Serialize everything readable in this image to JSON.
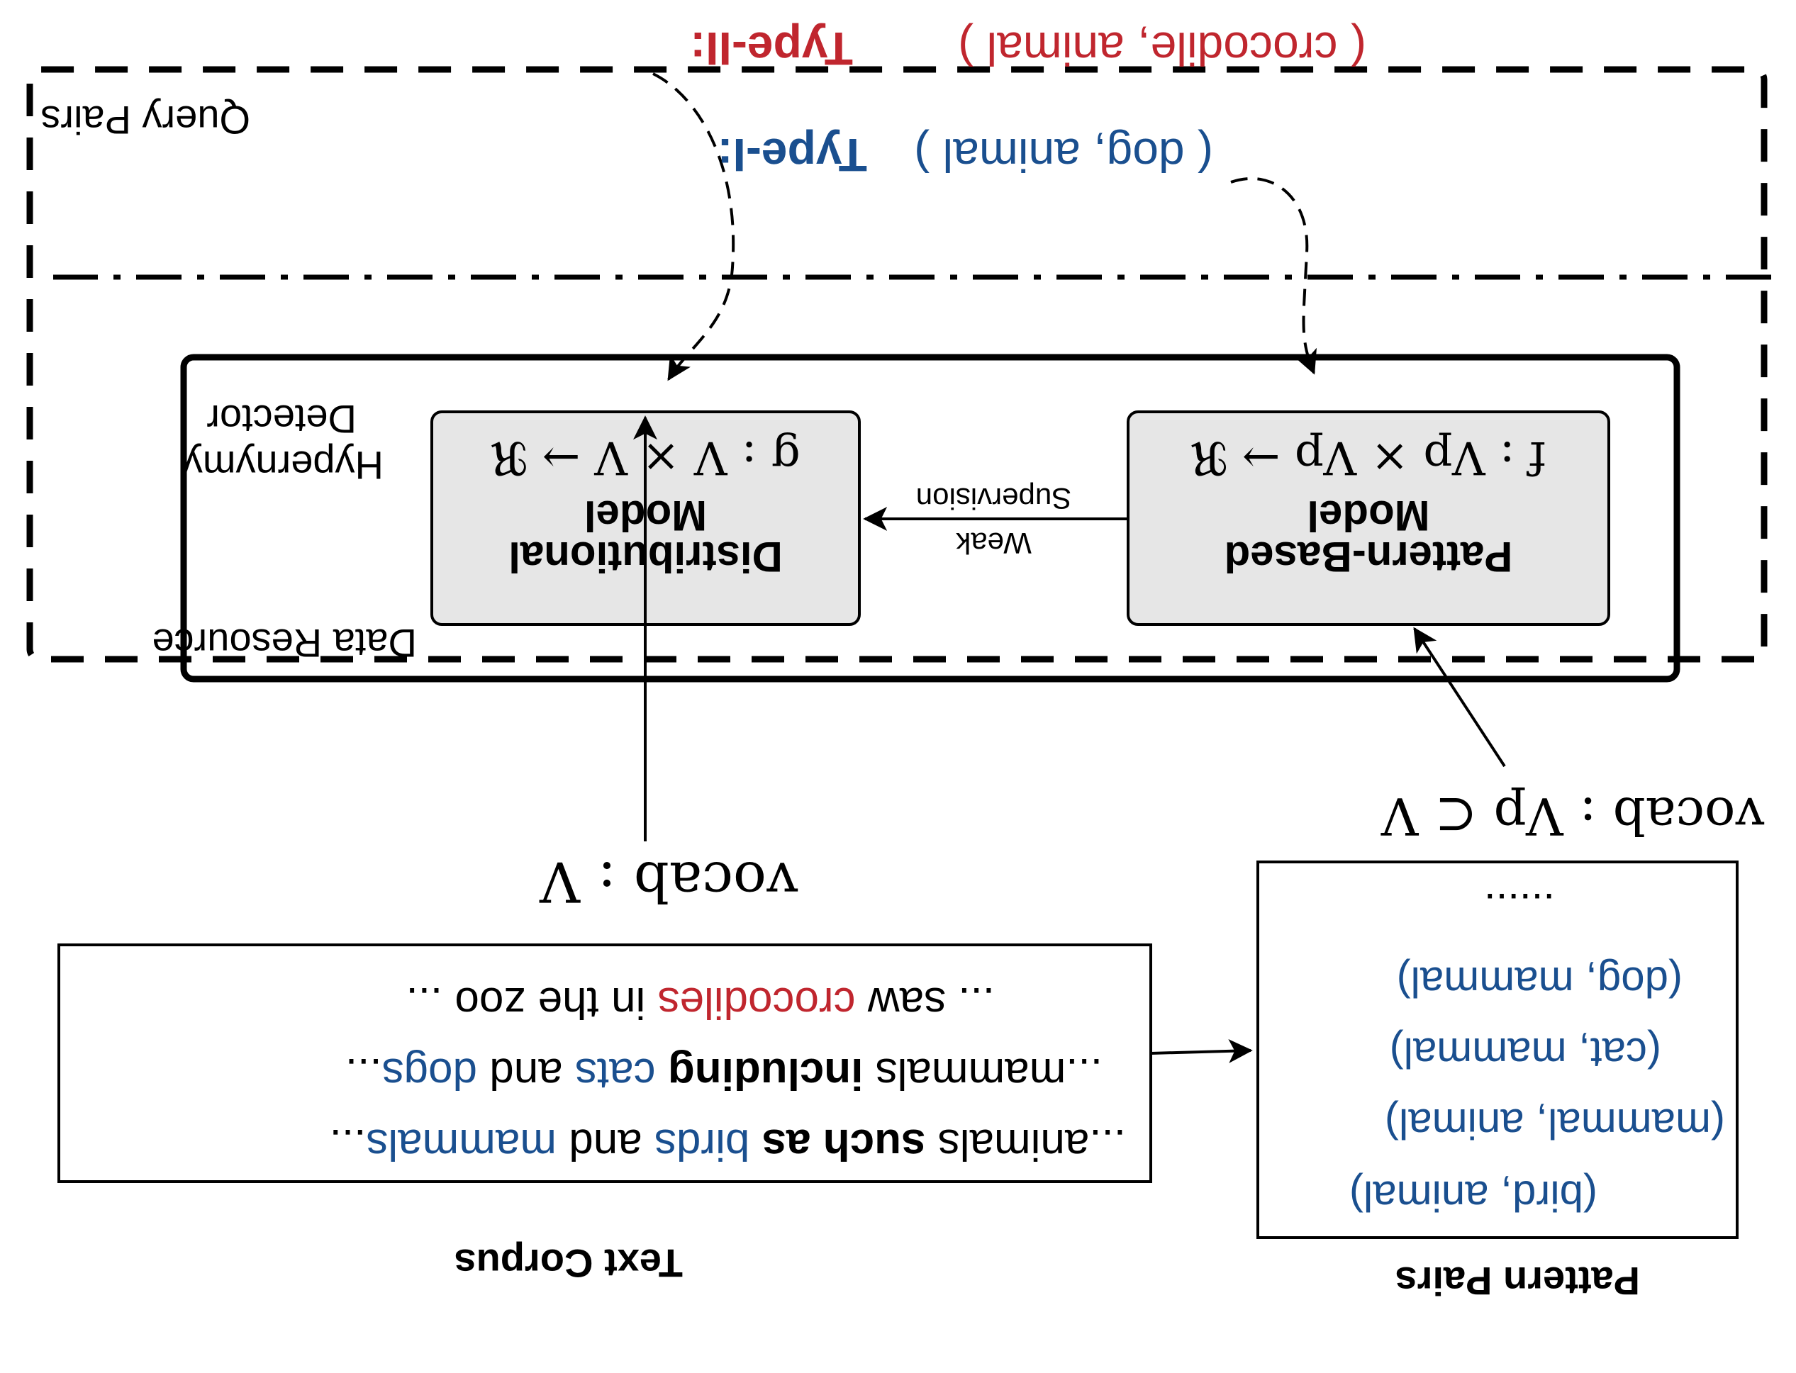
{
  "colors": {
    "type1": "#1a4f8f",
    "type2": "#c0262e",
    "text": "#000000",
    "box_fill": "#e6e6e6",
    "pair": "#1a4f8f"
  },
  "query": {
    "section_label": "Query Pairs",
    "type1_label": "Type-I:",
    "type1_pair": "( dog, animal )",
    "type2_label": "Type-II:",
    "type2_pair": "( crocodile, animal )"
  },
  "detector": {
    "section_label_line1": "Hypernymy",
    "section_label_line2": "Detector",
    "pattern_model": {
      "title_line1": "Pattern-Based",
      "title_line2": "Model",
      "formula": "f : Vp × Vp → ℜ"
    },
    "distributional_model": {
      "title_line1": "Distributional",
      "title_line2": "Model",
      "formula": "g : V × V → ℜ"
    },
    "edge_label_line1": "Weak",
    "edge_label_line2": "Supervision"
  },
  "data_resource": {
    "section_label": "Data Resource",
    "vocab_corpus": "vocab : V",
    "vocab_pattern": "vocab : Vp ⊂ V",
    "text_corpus": {
      "caption": "Text Corpus",
      "line1": {
        "pre": "...animals ",
        "bold": "such as",
        "mid1": " ",
        "w1": "birds",
        "mid2": " and ",
        "w2": "mammals",
        "post": "..."
      },
      "line2": {
        "pre": "...mammals ",
        "bold": "including",
        "mid1": " ",
        "w1": "cats",
        "mid2": " and ",
        "w2": "dogs",
        "post": "..."
      },
      "line3": {
        "pre": "... saw ",
        "w1": "crocodiles",
        "post": " in the zoo ..."
      }
    },
    "pattern_pairs": {
      "caption": "Pattern Pairs",
      "items": [
        "(bird, animal)",
        "(mammal, animal)",
        "(cat, mammal)",
        "(dog, mammal)"
      ],
      "ellipsis": "......"
    }
  }
}
